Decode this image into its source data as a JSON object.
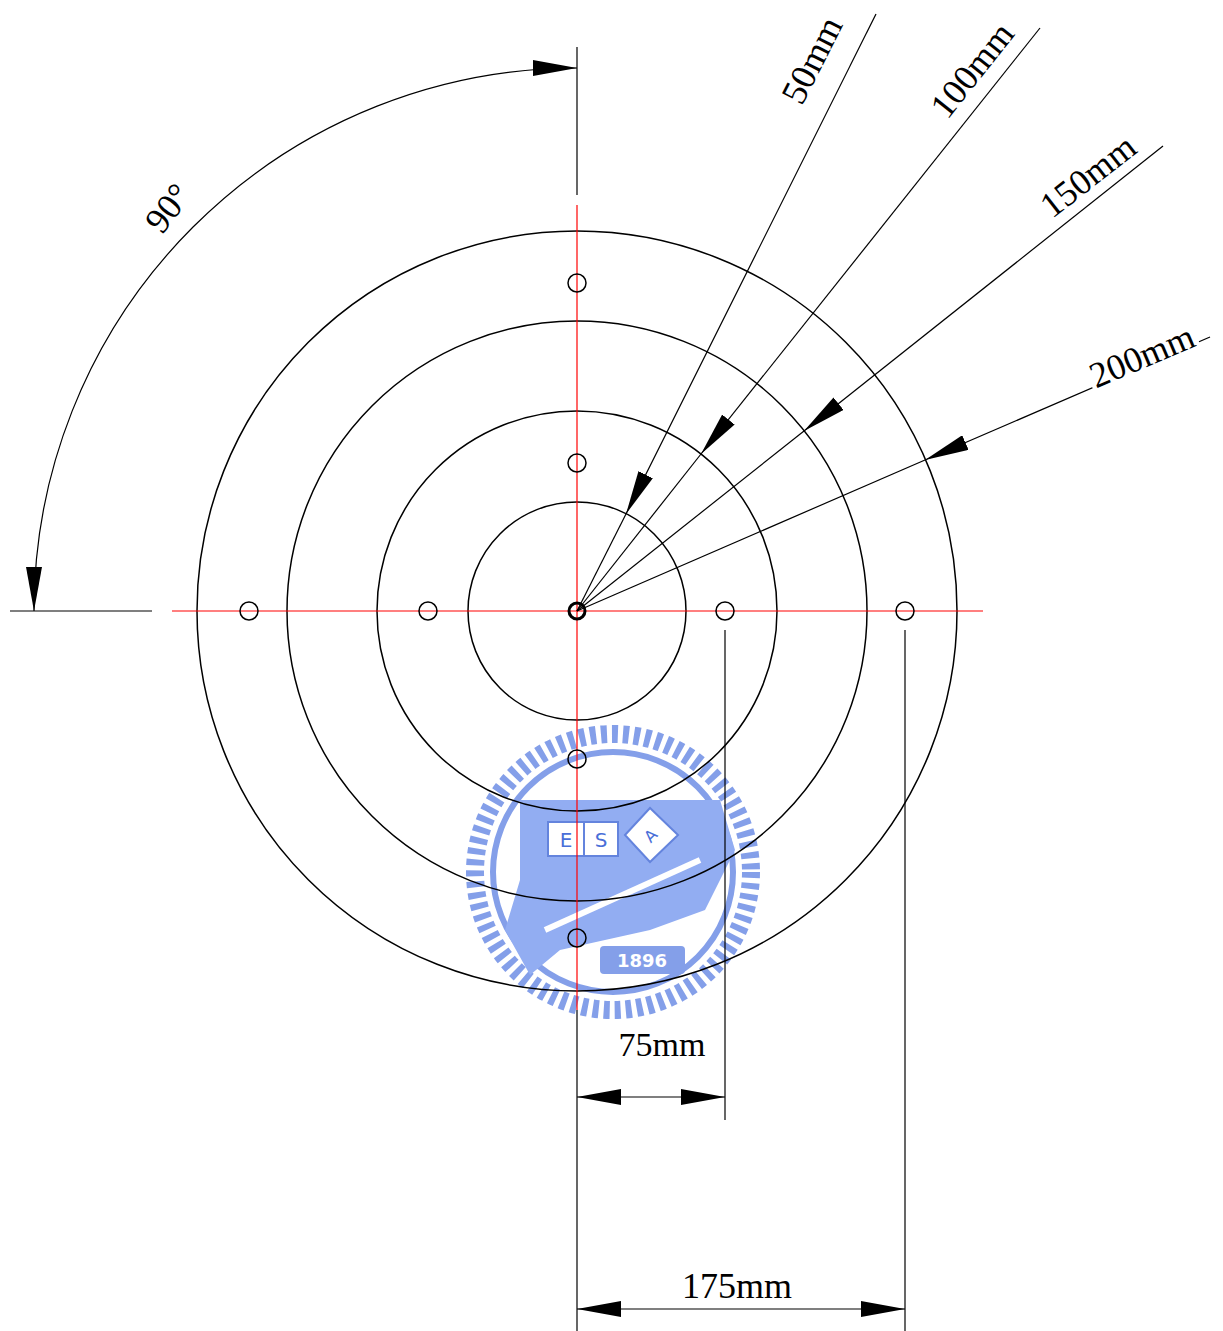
{
  "diagram": {
    "labels": [
      "90°",
      "50mm",
      "100mm",
      "150mm",
      "200mm",
      "75mm",
      "175mm",
      "E",
      "S",
      "A",
      "1896"
    ]
  }
}
